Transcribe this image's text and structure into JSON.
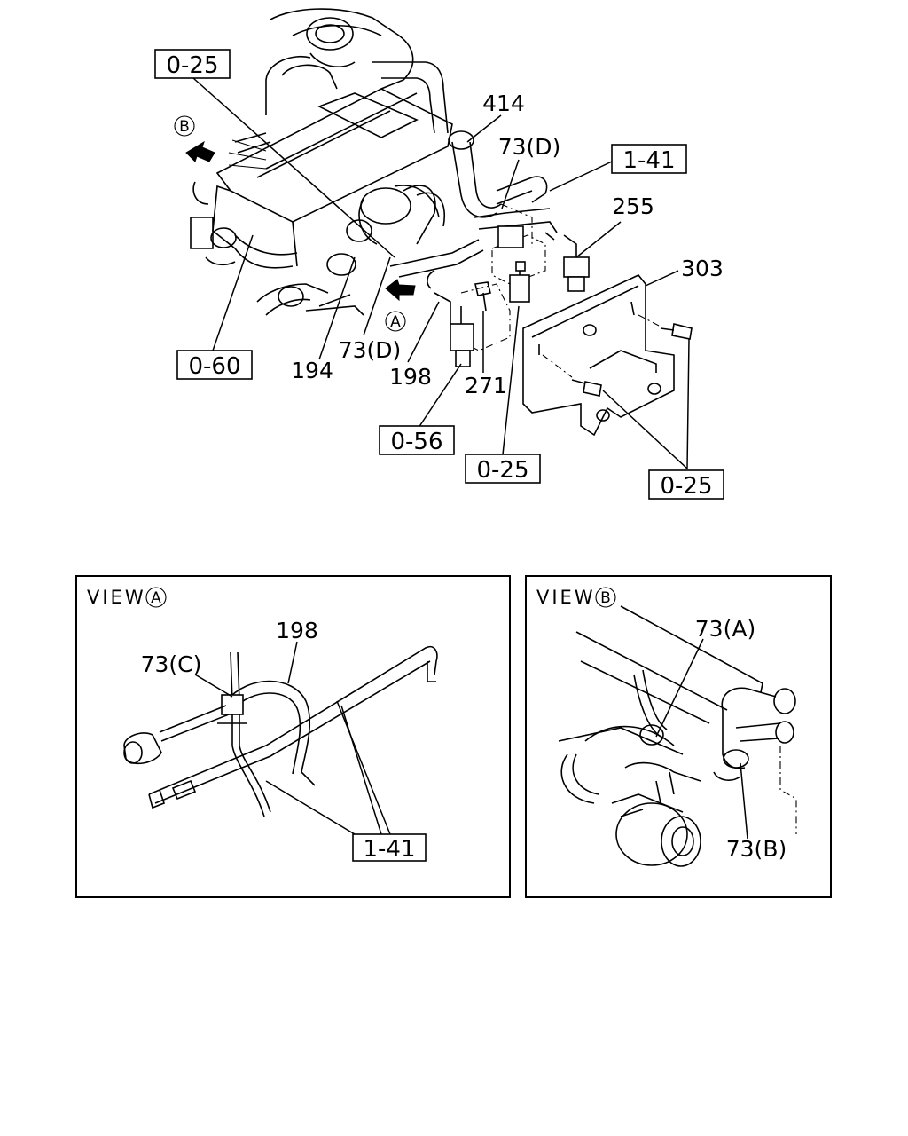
{
  "main_view": {
    "ref_boxes": {
      "r025_top": "0-25",
      "r141": "1-41",
      "r060": "0-60",
      "r056": "0-56",
      "r025_mid": "0-25",
      "r025_right": "0-25"
    },
    "labels": {
      "p414": "414",
      "p73d_top": "73(D)",
      "p255": "255",
      "p303": "303",
      "p194": "194",
      "p73d_bottom": "73(D)",
      "p198": "198",
      "p271": "271"
    },
    "markers": {
      "a": "A",
      "b": "B"
    }
  },
  "view_a": {
    "title": "VIEW",
    "marker": "A",
    "labels": {
      "p198": "198",
      "p73c": "73(C)",
      "r141": "1-41"
    }
  },
  "view_b": {
    "title": "VIEW",
    "marker": "B",
    "labels": {
      "p73a": "73(A)",
      "p73b": "73(B)"
    }
  }
}
